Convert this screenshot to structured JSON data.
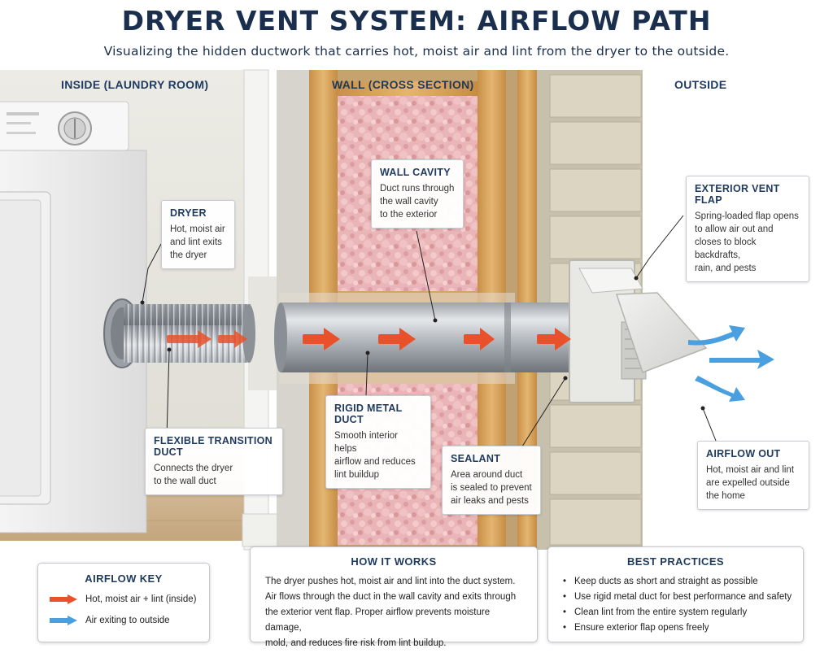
{
  "title": "DRYER VENT SYSTEM: AIRFLOW PATH",
  "subtitle": "Visualizing the hidden ductwork that carries hot, moist air and lint from the dryer to the outside.",
  "regions": {
    "inside": "INSIDE (LAUNDRY ROOM)",
    "wall": "WALL (CROSS SECTION)",
    "outside": "OUTSIDE"
  },
  "callouts": {
    "dryer": {
      "heading": "DRYER",
      "lines": [
        "Hot, moist air",
        "and lint exits",
        "the dryer"
      ]
    },
    "wall_cavity": {
      "heading": "WALL CAVITY",
      "lines": [
        "Duct runs through",
        "the wall cavity",
        "to the exterior"
      ]
    },
    "exterior_flap": {
      "heading": "EXTERIOR VENT FLAP",
      "lines": [
        "Spring-loaded flap opens",
        "to allow air out and",
        "closes to block backdrafts,",
        "rain, and pests"
      ]
    },
    "flexible_duct": {
      "heading": "FLEXIBLE TRANSITION DUCT",
      "lines": [
        "Connects the dryer",
        "to the wall duct"
      ]
    },
    "rigid_duct": {
      "heading": "RIGID METAL DUCT",
      "lines": [
        "Smooth interior helps",
        "airflow and reduces",
        "lint buildup"
      ]
    },
    "sealant": {
      "heading": "SEALANT",
      "lines": [
        "Area around duct",
        "is sealed to prevent",
        "air leaks and pests"
      ]
    },
    "airflow_out": {
      "heading": "AIRFLOW OUT",
      "lines": [
        "Hot, moist air and lint",
        "are expelled outside",
        "the home"
      ]
    }
  },
  "airflow_key": {
    "heading": "AIRFLOW KEY",
    "items": [
      {
        "label": "Hot, moist air + lint (inside)",
        "color": "#e8512a"
      },
      {
        "label": "Air exiting to outside",
        "color": "#4a9fe0"
      }
    ]
  },
  "how_it_works": {
    "heading": "HOW IT WORKS",
    "lines": [
      "The dryer pushes hot, moist air and lint into the duct system.",
      "Air flows through the duct in the wall cavity and exits through",
      "the exterior vent flap. Proper airflow prevents moisture damage,",
      "mold, and reduces fire risk from lint buildup."
    ]
  },
  "best_practices": {
    "heading": "BEST PRACTICES",
    "items": [
      "Keep ducts as short and straight as possible",
      "Use rigid metal duct for best performance and safety",
      "Clean lint from the entire system regularly",
      "Ensure exterior flap opens freely"
    ]
  },
  "colors": {
    "hot_air": "#e8512a",
    "outside_air": "#4a9fe0",
    "insulation": "#e8b4b6",
    "stud": "#d9a85f",
    "siding": "#d8d0bc",
    "title": "#1a2e4e"
  }
}
